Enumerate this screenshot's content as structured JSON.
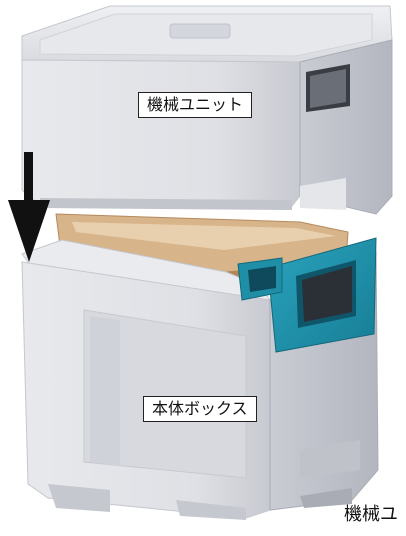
{
  "labels": {
    "upper_unit": "機械ユニット",
    "lower_box": "本体ボックス"
  },
  "caption": "機械ユ",
  "colors": {
    "styrofoam": "#e3e4e8",
    "styrofoam_shadow": "#b9bcc4",
    "teal_panel": "#1f8fa8",
    "tray": "#d8b48a",
    "arrow": "#111111"
  },
  "icons": {
    "arrow": "down-arrow-icon"
  }
}
